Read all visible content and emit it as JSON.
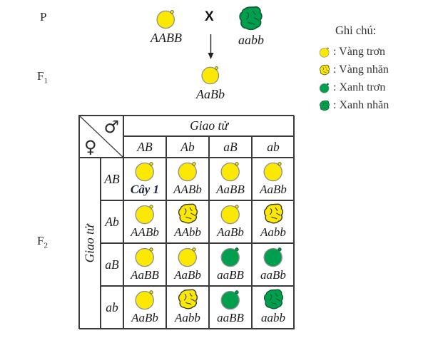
{
  "colors": {
    "yellow": "#FBE903",
    "green": "#009F4E",
    "round_outline": "#8F8F8F",
    "yellow_wrinkle_line": "#3B3B23",
    "green_wrinkle_line": "#0A5C33",
    "yellow_sprout": "#6B6B3A",
    "green_sprout": "#0A5C33"
  },
  "pedigree": {
    "p_label": "P",
    "f1_label": {
      "main": "F",
      "sub": "1"
    },
    "f2_label": {
      "main": "F",
      "sub": "2"
    },
    "cross_symbol": "X",
    "parent1": {
      "genotype": "AABB",
      "pea": "yellow-round"
    },
    "parent2": {
      "genotype": "aabb",
      "pea": "green-wrinkled"
    },
    "f1_individual": {
      "genotype": "AaBb",
      "pea": "yellow-round"
    }
  },
  "legend": {
    "title": "Ghi chú:",
    "items": [
      {
        "pea": "yellow-round",
        "label": ": Vàng trơn"
      },
      {
        "pea": "yellow-wrinkled",
        "label": ": Vàng nhăn"
      },
      {
        "pea": "green-round",
        "label": ": Xanh trơn"
      },
      {
        "pea": "green-wrinkled",
        "label": ": Xanh nhăn"
      }
    ]
  },
  "punnett": {
    "male_symbol": "♂",
    "female_symbol": "♀",
    "gametes_header": "Giao tử",
    "row_axis_label": "Giao tử",
    "col_labels": [
      "AB",
      "Ab",
      "aB",
      "ab"
    ],
    "row_labels": [
      "AB",
      "Ab",
      "aB",
      "ab"
    ],
    "rows": [
      {
        "cells": [
          {
            "label": "Cây 1",
            "pea": "yellow-round"
          },
          {
            "label": "AABb",
            "pea": "yellow-round"
          },
          {
            "label": "AaBB",
            "pea": "yellow-round"
          },
          {
            "label": "AaBb",
            "pea": "yellow-round"
          }
        ]
      },
      {
        "cells": [
          {
            "label": "AABb",
            "pea": "yellow-round"
          },
          {
            "label": "AAbb",
            "pea": "yellow-wrinkled"
          },
          {
            "label": "AaBb",
            "pea": "yellow-round"
          },
          {
            "label": "Aabb",
            "pea": "yellow-wrinkled"
          }
        ]
      },
      {
        "cells": [
          {
            "label": "AaBB",
            "pea": "yellow-round"
          },
          {
            "label": "AaBb",
            "pea": "yellow-round"
          },
          {
            "label": "aaBB",
            "pea": "green-round"
          },
          {
            "label": "aaBb",
            "pea": "green-round"
          }
        ]
      },
      {
        "cells": [
          {
            "label": "AaBb",
            "pea": "yellow-round"
          },
          {
            "label": "Aabb",
            "pea": "yellow-wrinkled"
          },
          {
            "label": "aaBB",
            "pea": "green-round"
          },
          {
            "label": "aabb",
            "pea": "green-wrinkled"
          }
        ]
      }
    ]
  }
}
